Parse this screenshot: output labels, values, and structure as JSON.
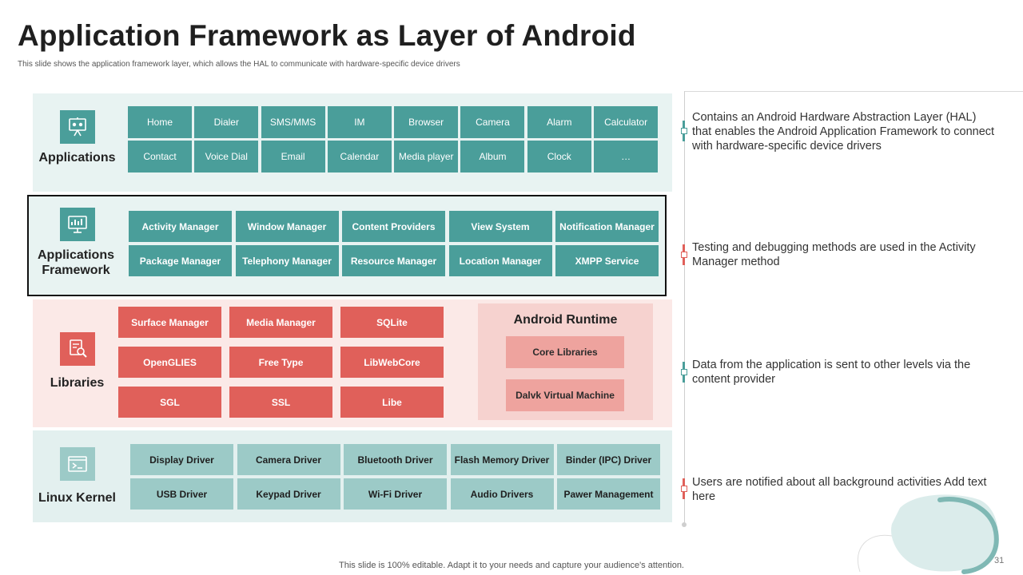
{
  "slide": {
    "title": "Application Framework as Layer of Android",
    "subtitle": "This slide shows the application framework layer, which allows the HAL to communicate with hardware-specific device drivers",
    "footer": "This slide is 100% editable. Adapt it to your needs and capture your audience's attention.",
    "page_number": "31"
  },
  "colors": {
    "teal": "#4a9e9a",
    "teal_light": "#9ccac7",
    "red": "#e0605a",
    "pink_light": "#f6d2cf",
    "pink_mid": "#eea39e"
  },
  "layers": {
    "applications": {
      "label": "Applications",
      "icon": "presentation-board-icon",
      "items": [
        "Home",
        "Dialer",
        "SMS/MMS",
        "IM",
        "Browser",
        "Camera",
        "Alarm",
        "Calculator",
        "Contact",
        "Voice Dial",
        "Email",
        "Calendar",
        "Media player",
        "Album",
        "Clock",
        "…"
      ]
    },
    "framework": {
      "label_line1": "Applications",
      "label_line2": "Framework",
      "icon": "monitor-chart-icon",
      "items": [
        "Activity Manager",
        "Window Manager",
        "Content Providers",
        "View System",
        "Notification Manager",
        "Package Manager",
        "Telephony Manager",
        "Resource Manager",
        "Location Manager",
        "XMPP Service"
      ]
    },
    "libraries": {
      "label": "Libraries",
      "icon": "document-magnifier-icon",
      "items": [
        "Surface Manager",
        "Media Manager",
        "SQLite",
        "OpenGLIES",
        "Free Type",
        "LibWebCore",
        "SGL",
        "SSL",
        "Libe"
      ],
      "runtime": {
        "title": "Android Runtime",
        "items": [
          "Core Libraries",
          "Dalvk Virtual Machine"
        ]
      }
    },
    "kernel": {
      "label": "Linux Kernel",
      "icon": "terminal-icon",
      "items": [
        "Display Driver",
        "Camera Driver",
        "Bluetooth Driver",
        "Flash Memory Driver",
        "Binder (IPC) Driver",
        "USB Driver",
        "Keypad Driver",
        "Wi-Fi Driver",
        "Audio Drivers",
        "Pawer Management"
      ]
    }
  },
  "notes": [
    {
      "text": "Contains an Android Hardware Abstraction Layer (HAL) that enables the Android Application Framework to connect with hardware-specific device drivers",
      "color": "#4a9e9a"
    },
    {
      "text": "Testing and debugging methods are used in the Activity Manager method",
      "color": "#e0605a"
    },
    {
      "text": "Data from the application is sent to other levels via the content provider",
      "color": "#4a9e9a"
    },
    {
      "text": "Users are notified about all background activities Add text here",
      "color": "#e0605a"
    }
  ]
}
